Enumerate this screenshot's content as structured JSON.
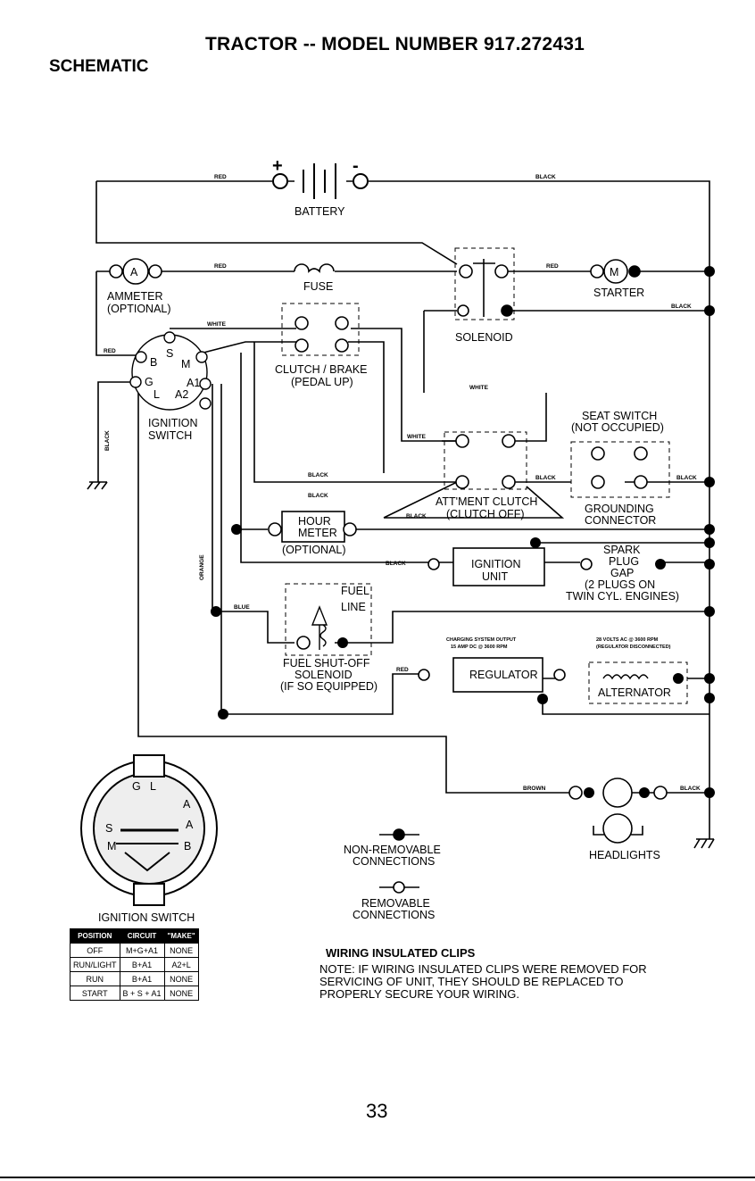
{
  "header": {
    "title": "TRACTOR -- MODEL NUMBER 917.272431",
    "section": "SCHEMATIC"
  },
  "labels": {
    "battery": "BATTERY",
    "ammeter": "AMMETER",
    "ammeter_opt": "(OPTIONAL)",
    "fuse": "FUSE",
    "solenoid": "SOLENOID",
    "starter": "STARTER",
    "clutch1": "CLUTCH / BRAKE",
    "clutch2": "(PEDAL UP)",
    "ign1": "IGNITION",
    "ign2": "SWITCH",
    "seat1": "SEAT SWITCH",
    "seat2": "(NOT OCCUPIED)",
    "att1": "ATT'MENT CLUTCH",
    "att2": "(CLUTCH OFF)",
    "gnd1": "GROUNDING",
    "gnd2": "CONNECTOR",
    "hour1": "HOUR",
    "hour2": "METER",
    "hour3": "(OPTIONAL)",
    "ignunit1": "IGNITION",
    "ignunit2": "UNIT",
    "spark1": "SPARK",
    "spark2": "PLUG",
    "spark3": "GAP",
    "spark4": "(2 PLUGS ON",
    "spark5": "TWIN CYL. ENGINES)",
    "fuel1": "FUEL",
    "fuel2": "LINE",
    "fss1": "FUEL SHUT-OFF",
    "fss2": "SOLENOID",
    "fss3": "(IF SO EQUIPPED)",
    "charge1": "CHARGING SYSTEM OUTPUT",
    "charge2": "15 AMP DC @ 3600 RPM",
    "volts1": "28 VOLTS AC @ 3600 RPM",
    "volts2": "(REGULATOR DISCONNECTED)",
    "regulator": "REGULATOR",
    "alternator": "ALTERNATOR",
    "headlights": "HEADLIGHTS",
    "nonrem1": "NON-REMOVABLE",
    "nonrem2": "CONNECTIONS",
    "rem1": "REMOVABLE",
    "rem2": "CONNECTIONS",
    "ignsw_caption": "IGNITION SWITCH",
    "term_B": "B",
    "term_S": "S",
    "term_M": "M",
    "term_G": "G",
    "term_L": "L",
    "term_A1": "A1",
    "term_A2": "A2",
    "term_A": "A",
    "term_Mstar": "M",
    "plus": "+",
    "minus": "-"
  },
  "wires": {
    "red": "RED",
    "black": "BLACK",
    "white": "WHITE",
    "orange": "ORANGE",
    "blue": "BLUE",
    "brown": "BROWN"
  },
  "ignition_table": {
    "headers": [
      "POSITION",
      "CIRCUIT",
      "\"MAKE\""
    ],
    "rows": [
      [
        "OFF",
        "M+G+A1",
        "NONE"
      ],
      [
        "RUN/LIGHT",
        "B+A1",
        "A2+L"
      ],
      [
        "RUN",
        "B+A1",
        "NONE"
      ],
      [
        "START",
        "B + S + A1",
        "NONE"
      ]
    ]
  },
  "notes": {
    "heading": "WIRING INSULATED CLIPS",
    "line1": "NOTE: IF WIRING INSULATED CLIPS WERE REMOVED FOR",
    "line2": "SERVICING OF UNIT, THEY SHOULD BE REPLACED TO",
    "line3": "PROPERLY SECURE YOUR WIRING."
  },
  "page_number": "33"
}
